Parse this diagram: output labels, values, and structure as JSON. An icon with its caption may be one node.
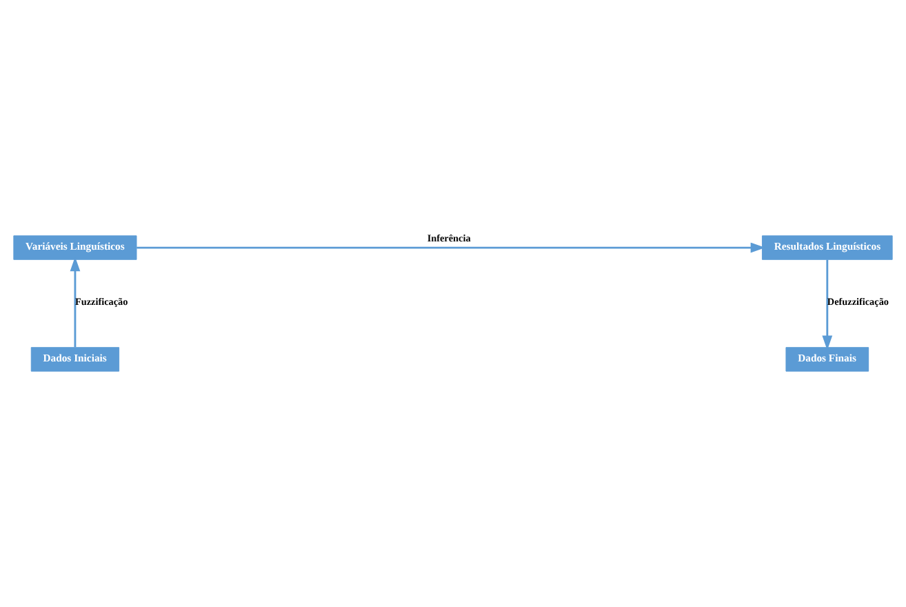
{
  "diagram": {
    "nodes": [
      {
        "text": [
          "Variáveis Linguísticos"
        ]
      },
      {
        "text": [
          "Resultados Linguísticos"
        ]
      },
      {
        "text": [
          "Dados Iniciais"
        ]
      },
      {
        "text": [
          "Dados Finais"
        ]
      }
    ],
    "edges": [
      {
        "from": 2,
        "to": 0,
        "arrow": "to",
        "label": "Fuzzificação"
      },
      {
        "from": 0,
        "to": 1,
        "arrow": "to",
        "label": "Inferência"
      },
      {
        "from": 1,
        "to": 3,
        "arrow": "to",
        "label": "Defuzzificação"
      }
    ]
  }
}
